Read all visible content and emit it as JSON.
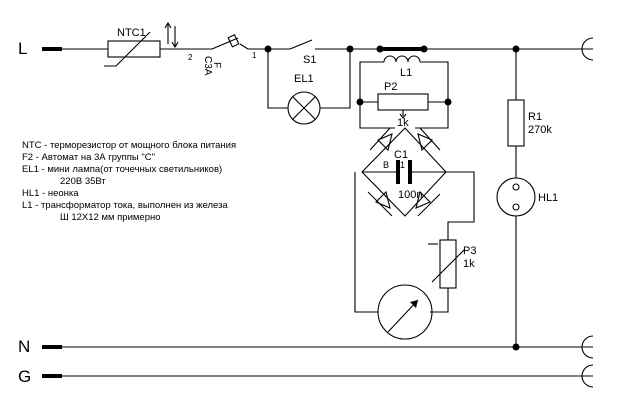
{
  "rails": {
    "L": "L",
    "N": "N",
    "G": "G"
  },
  "components": {
    "ntc": "NTC1",
    "switch": "S1",
    "lamp": "EL1",
    "inductor": "L1",
    "pot2": "P2",
    "pot2_value": "1k",
    "capacitor": "C1",
    "cap_value": "100n",
    "pot3": "P3",
    "pot3_value": "1k",
    "resistor": "R1",
    "res_value": "270k",
    "neon": "HL1",
    "breaker_pins": [
      "2",
      "1"
    ],
    "breaker_f": "F",
    "breaker_rating": "C3A",
    "bridge_marks": [
      "B",
      "1"
    ]
  },
  "notes": [
    "NTC - терморезистор от мощного блока питания",
    "F2 - Автомат на 3А группы \"С\"",
    "EL1 - мини лампа(от точечных светильников)",
    "220В 35Вт",
    "HL1 - неонка",
    "L1 - трансформатор тока, выполнен из железа",
    "Ш 12Х12 мм примерно"
  ]
}
